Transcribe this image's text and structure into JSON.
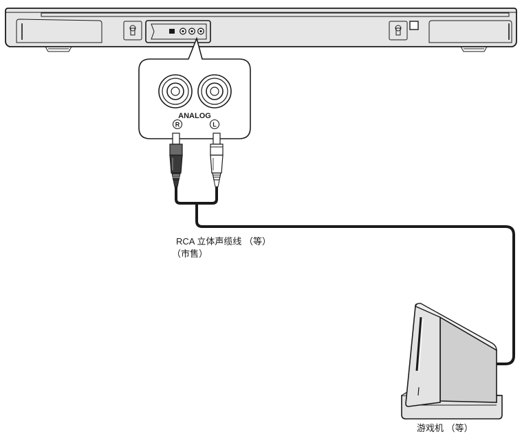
{
  "connector_panel": {
    "jack_group_label": "ANALOG",
    "right_channel_mark": "R",
    "left_channel_mark": "L"
  },
  "cable": {
    "label_line1": "RCA 立体声缆线 （等）",
    "label_line2": "（市售）"
  },
  "game_console": {
    "label": "游戏机 （等）"
  },
  "colors": {
    "line": "#1a1a1a",
    "bar_fill": "#e6e6e6",
    "device_face": "#e3e3e3",
    "device_side": "#cfcfcf",
    "plug_dark": "#3a3a3a",
    "plug_light": "#ffffff"
  },
  "icons": [
    "keyhole-mount-icon",
    "rca-jack-icon",
    "rca-plug-icon",
    "game-console-icon",
    "soundbar-foot-icon"
  ]
}
